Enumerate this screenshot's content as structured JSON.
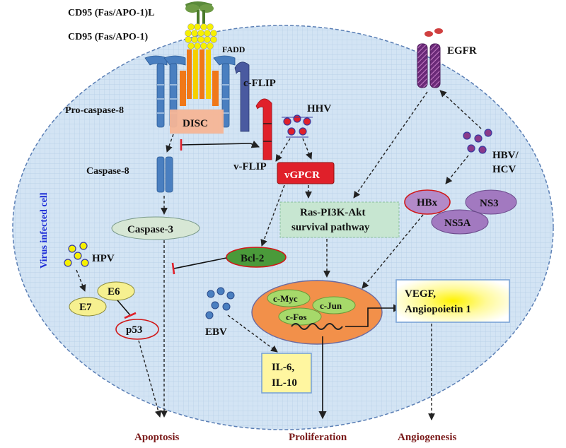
{
  "labels": {
    "cd95l": "CD95 (Fas/APO-1)L",
    "cd95": "CD95 (Fas/APO-1)",
    "fadd": "FADD",
    "cflip": "c-FLIP",
    "procaspase8": "Pro-caspase-8",
    "disc": "DISC",
    "caspase8": "Caspase-8",
    "caspase3": "Caspase-3",
    "vflip": "v-FLIP",
    "hhv": "HHV",
    "vgpcr": "vGPCR",
    "egfr": "EGFR",
    "hbv_hcv_line1": "HBV/",
    "hbv_hcv_line2": "HCV",
    "hbx": "HBx",
    "ns3": "NS3",
    "ns5a": "NS5A",
    "ras_line1": "Ras-PI3K-Akt",
    "ras_line2": "survival pathway",
    "bcl2": "Bcl-2",
    "hpv": "HPV",
    "e6": "E6",
    "e7": "E7",
    "p53": "p53",
    "ebv": "EBV",
    "cmyc": "c-Myc",
    "cjun": "c-Jun",
    "cfos": "c-Fos",
    "vegf_line1": "VEGF,",
    "vegf_line2": "Angiopoietin 1",
    "il_line1": "IL-6,",
    "il_line2": "IL-10",
    "virus_cell": "Virus infected cell",
    "apoptosis": "Apoptosis",
    "proliferation": "Proliferation",
    "angiogenesis": "Angiogenesis"
  },
  "colors": {
    "cell_fill": "#cfe2f3",
    "cell_border": "#5b7fb5",
    "receptor_blue": "#4a7fc0",
    "orange": "#f07818",
    "yellow": "#f6f000",
    "red": "#e0202a",
    "egfr_purple": "#8a3a8a",
    "green_box": "#cfe9d8",
    "salmon": "#f6b596",
    "nucleus": "#f2904a",
    "tf_green": "#a6d96a",
    "bcl2_green": "#4a9a3a",
    "outcome_text": "#7a1a1a"
  }
}
